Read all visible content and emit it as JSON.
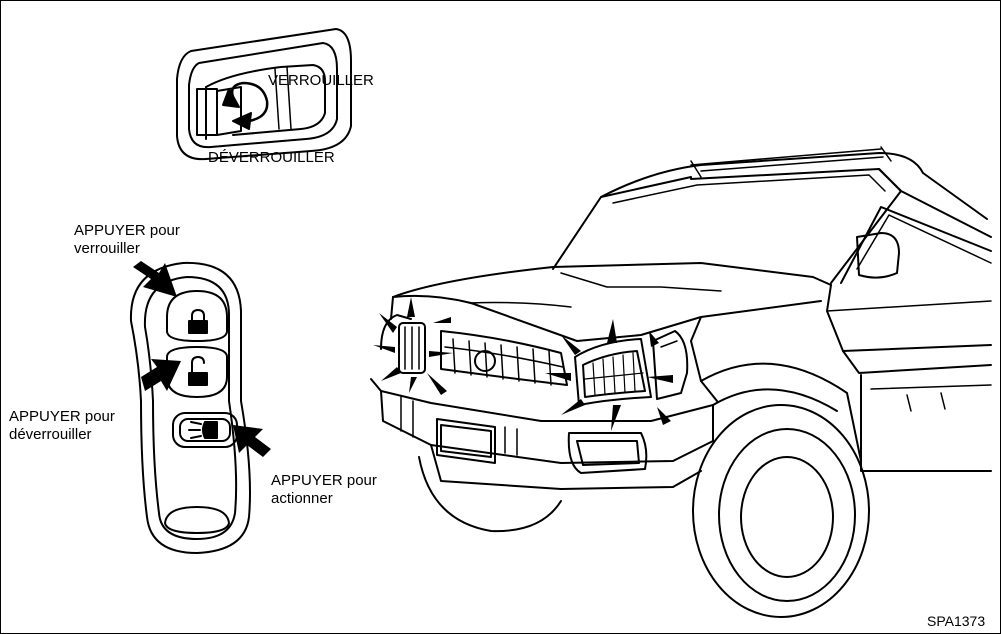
{
  "labels": {
    "lock": "VERROUILLER",
    "unlock": "DÉVERROUILLER",
    "press_lock_1": "APPUYER pour",
    "press_lock_2": "verrouiller",
    "press_unlock_1": "APPUYER pour",
    "press_unlock_2": "déverrouiller",
    "press_panic_1": "APPUYER pour",
    "press_panic_2": "actionner",
    "figure_code": "SPA1373"
  },
  "icons": {
    "lock_button": "padlock-closed-icon",
    "unlock_button": "padlock-open-icon",
    "panic_button": "headlight-icon"
  }
}
